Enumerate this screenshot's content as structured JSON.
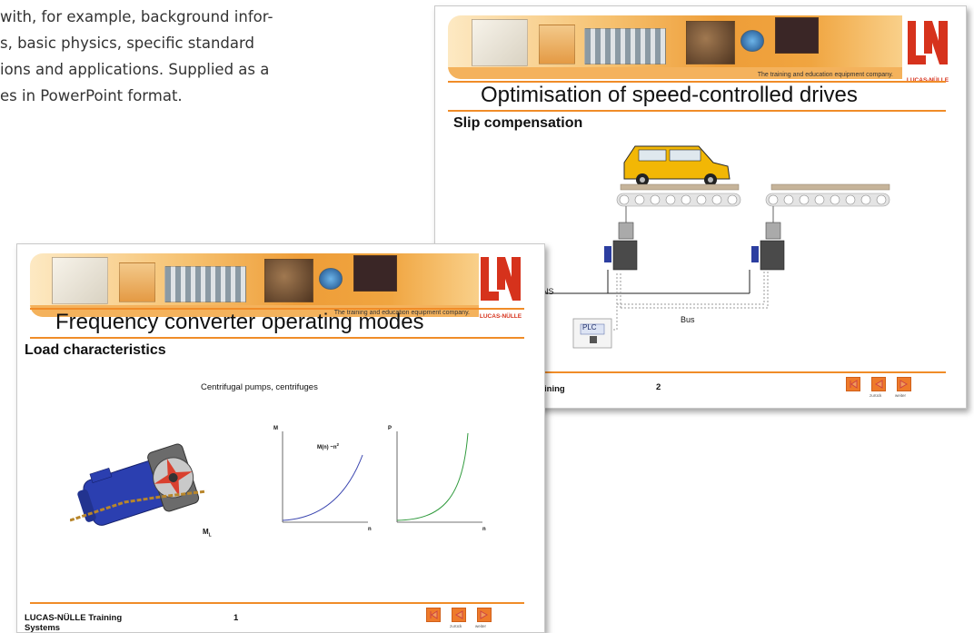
{
  "intro": {
    "lines": [
      "with, for example, background infor-",
      "s, basic physics, specific standard",
      "ions and applications. Supplied as a",
      "es in PowerPoint format."
    ]
  },
  "brand": {
    "tagline": "The training and education equipment company.",
    "logo_text": "LUCAS-NÜLLE",
    "accent_color": "#f08c28",
    "logo_color": "#d6321c"
  },
  "slide2": {
    "title": "Optimisation of speed-controlled drives",
    "subtitle": "Slip compensation",
    "label_ns": "NS",
    "label_bus": "Bus",
    "label_plc": "PLC",
    "footer_label": "ining",
    "page_number": "2",
    "nav": [
      "zurück",
      "weiter"
    ]
  },
  "slide1": {
    "title": "Frequency converter operating modes",
    "subtitle": "Load characteristics",
    "caption": "Centrifugal pumps, centrifuges",
    "graph_m": {
      "y_label": "M",
      "x_label": "n",
      "formula": "M(n) ~n",
      "exponent": "2"
    },
    "graph_p": {
      "y_label": "P",
      "x_label": "n"
    },
    "motor_label": "M",
    "motor_sub": "L",
    "footer_label_1": "LUCAS-NÜLLE Training",
    "footer_label_2": "Systems",
    "page_number": "1",
    "nav": [
      "zurück",
      "weiter"
    ]
  }
}
